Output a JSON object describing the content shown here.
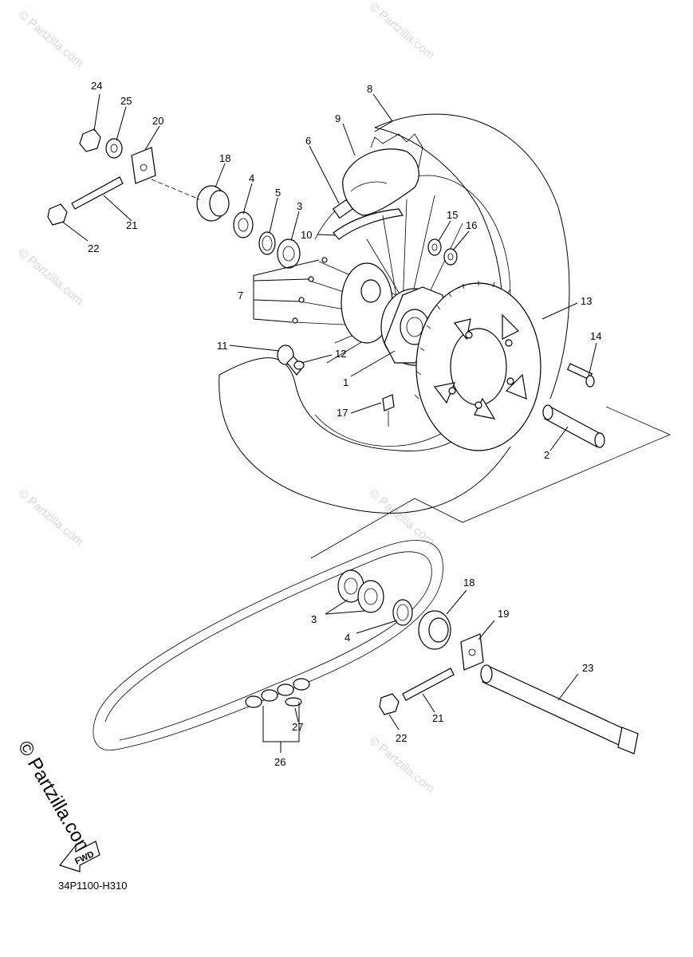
{
  "diagram": {
    "drawing_code": "34P1100-H310",
    "fwd_label": "FWD",
    "watermark_main": "© Partzilla.com",
    "watermark_small": "© Partzilla.com"
  },
  "callouts": {
    "c1": "1",
    "c2": "2",
    "c3": "3",
    "c3b": "3",
    "c4": "4",
    "c4b": "4",
    "c5": "5",
    "c6": "6",
    "c7": "7",
    "c8": "8",
    "c9": "9",
    "c10": "10",
    "c11": "11",
    "c12": "12",
    "c13": "13",
    "c14": "14",
    "c15": "15",
    "c16": "16",
    "c17": "17",
    "c18": "18",
    "c18b": "18",
    "c19": "19",
    "c20": "20",
    "c21": "21",
    "c21b": "21",
    "c22": "22",
    "c22b": "22",
    "c23": "23",
    "c24": "24",
    "c25": "25",
    "c26": "26",
    "c27": "27"
  }
}
